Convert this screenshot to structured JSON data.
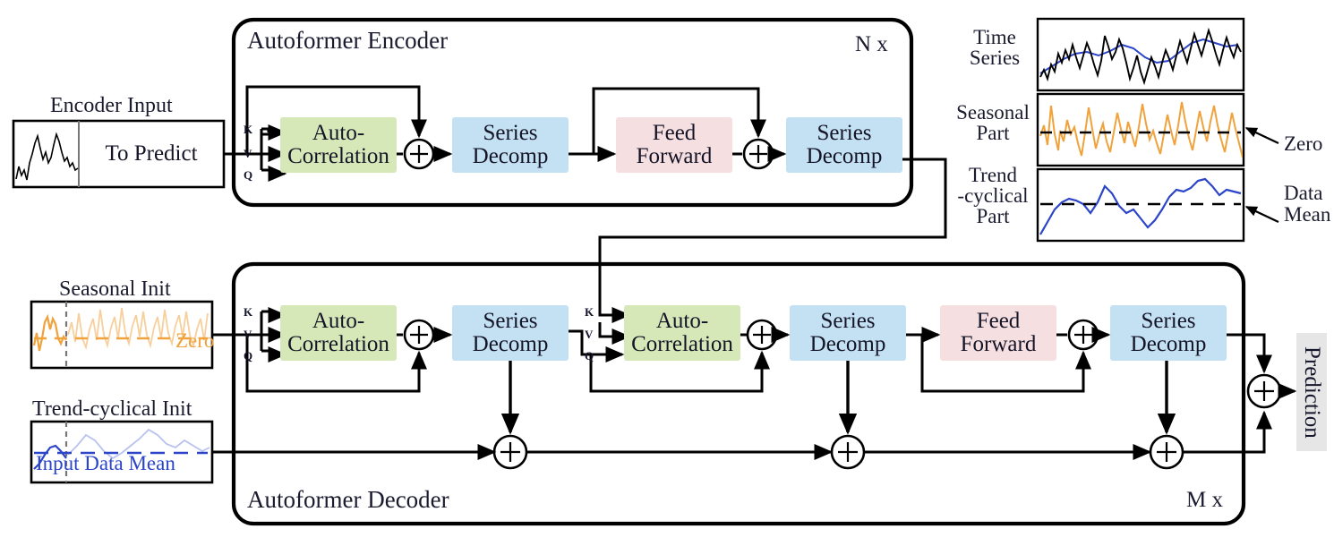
{
  "figure": {
    "type": "architecture-diagram",
    "name": "Autoformer architecture (Encoder-Decoder with series decomposition)"
  },
  "encoder": {
    "title": "Autoformer Encoder",
    "repeat_label": "N x",
    "input": {
      "caption": "Encoder Input",
      "to_predict_label": "To Predict"
    },
    "qkv": [
      "K",
      "V",
      "Q"
    ],
    "blocks": [
      {
        "id": "enc-autocorrelation",
        "line1": "Auto-",
        "line2": "Correlation",
        "color": "#d6e8b8"
      },
      {
        "id": "enc-series-decomp-1",
        "line1": "Series",
        "line2": "Decomp",
        "color": "#c3e1f2"
      },
      {
        "id": "enc-feed-forward",
        "line1": "Feed",
        "line2": "Forward",
        "color": "#f6dfe0"
      },
      {
        "id": "enc-series-decomp-2",
        "line1": "Series",
        "line2": "Decomp",
        "color": "#c3e1f2"
      }
    ],
    "adders": [
      "+",
      "+"
    ]
  },
  "decoder": {
    "title": "Autoformer Decoder",
    "repeat_label": "M x",
    "inputs": [
      {
        "id": "seasonal-init",
        "caption": "Seasonal Init",
        "inline_label": "Zero",
        "color": "#f0a23c"
      },
      {
        "id": "trend-cyclical-init",
        "caption": "Trend-cyclical Init",
        "inline_label": "Input Data Mean",
        "color": "#2b44c8"
      }
    ],
    "qkv": [
      "K",
      "V",
      "Q"
    ],
    "blocks": [
      {
        "id": "dec-autocorrelation-1",
        "line1": "Auto-",
        "line2": "Correlation",
        "color": "#d6e8b8"
      },
      {
        "id": "dec-series-decomp-1",
        "line1": "Series",
        "line2": "Decomp",
        "color": "#c3e1f2"
      },
      {
        "id": "dec-autocorrelation-2",
        "line1": "Auto-",
        "line2": "Correlation",
        "color": "#d6e8b8"
      },
      {
        "id": "dec-series-decomp-2",
        "line1": "Series",
        "line2": "Decomp",
        "color": "#c3e1f2"
      },
      {
        "id": "dec-feed-forward",
        "line1": "Feed",
        "line2": "Forward",
        "color": "#f6dfe0"
      },
      {
        "id": "dec-series-decomp-3",
        "line1": "Series",
        "line2": "Decomp",
        "color": "#c3e1f2"
      }
    ],
    "adders": [
      "+",
      "+",
      "+",
      "+",
      "+",
      "+",
      "+"
    ],
    "output": {
      "label": "Prediction",
      "background": "#e6e6e6"
    }
  },
  "decomposition_panels": {
    "panels": [
      {
        "id": "time-series",
        "caption_line1": "Time",
        "caption_line2": "Series",
        "caption_line3": "",
        "series_colors": {
          "raw": "#000000",
          "trend": "#2b44c8"
        },
        "annotation": ""
      },
      {
        "id": "seasonal-part",
        "caption_line1": "Seasonal",
        "caption_line2": "Part",
        "caption_line3": "",
        "series_colors": {
          "raw": "#f0a23c"
        },
        "annotation": "Zero"
      },
      {
        "id": "trend-cyclical-part",
        "caption_line1": "Trend",
        "caption_line2": "-cyclical",
        "caption_line3": "Part",
        "series_colors": {
          "raw": "#2b44c8"
        },
        "annotation_line1": "Data",
        "annotation_line2": "Mean"
      }
    ]
  },
  "colors": {
    "autocorrelation_green": "#d6e8b8",
    "series_decomp_blue": "#c3e1f2",
    "feed_forward_pink": "#f6dfe0",
    "seasonal_orange": "#f0a23c",
    "trend_blue": "#2b44c8",
    "prediction_gray": "#e6e6e6",
    "stroke_black": "#000000"
  }
}
